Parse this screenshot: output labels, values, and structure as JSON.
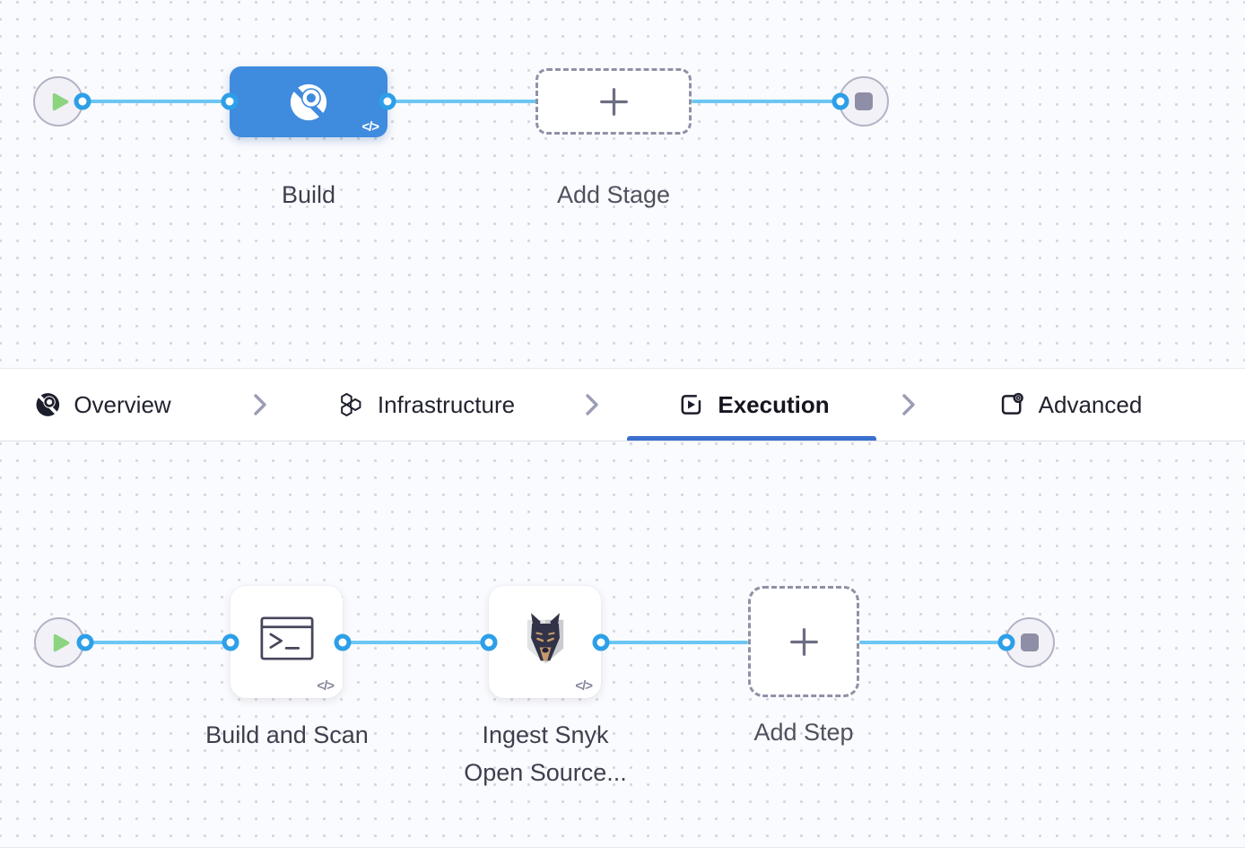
{
  "colors": {
    "canvas_bg": "#fafbfe",
    "grid_dot": "#d5d7e0",
    "edge_blue": "#6cc6f3",
    "anchor_ring_blue": "#2d9fe8",
    "stage_blue": "#3f8bde",
    "active_tab_underline": "#3a70ce",
    "start_play_green": "#8cd47f",
    "end_square_gray": "#8e8fa6"
  },
  "stage_pipeline": {
    "start_icon": "play-icon",
    "end_icon": "stop-icon",
    "stage": {
      "label": "Build",
      "icon": "ci-build-aperture-icon",
      "code_badge": "</>"
    },
    "add_stage": {
      "label": "Add Stage",
      "icon": "plus-icon"
    }
  },
  "tabbar": {
    "separator_icon": "chevron-right-icon",
    "tabs": [
      {
        "label": "Overview",
        "icon": "pipeline-overview-icon",
        "active": false
      },
      {
        "label": "Infrastructure",
        "icon": "infrastructure-hexagons-icon",
        "active": false
      },
      {
        "label": "Execution",
        "icon": "execution-play-icon",
        "active": true
      },
      {
        "label": "Advanced",
        "icon": "advanced-gear-icon",
        "active": false
      }
    ]
  },
  "execution_pipeline": {
    "start_icon": "play-icon",
    "end_icon": "stop-icon",
    "steps": [
      {
        "label": "Build and Scan",
        "icon": "run-terminal-icon",
        "code_badge": "</>"
      },
      {
        "label": "Ingest Snyk Open Source...",
        "icon": "snyk-doberman-icon",
        "code_badge": "</>"
      }
    ],
    "add_step": {
      "label": "Add Step",
      "icon": "plus-icon"
    }
  }
}
